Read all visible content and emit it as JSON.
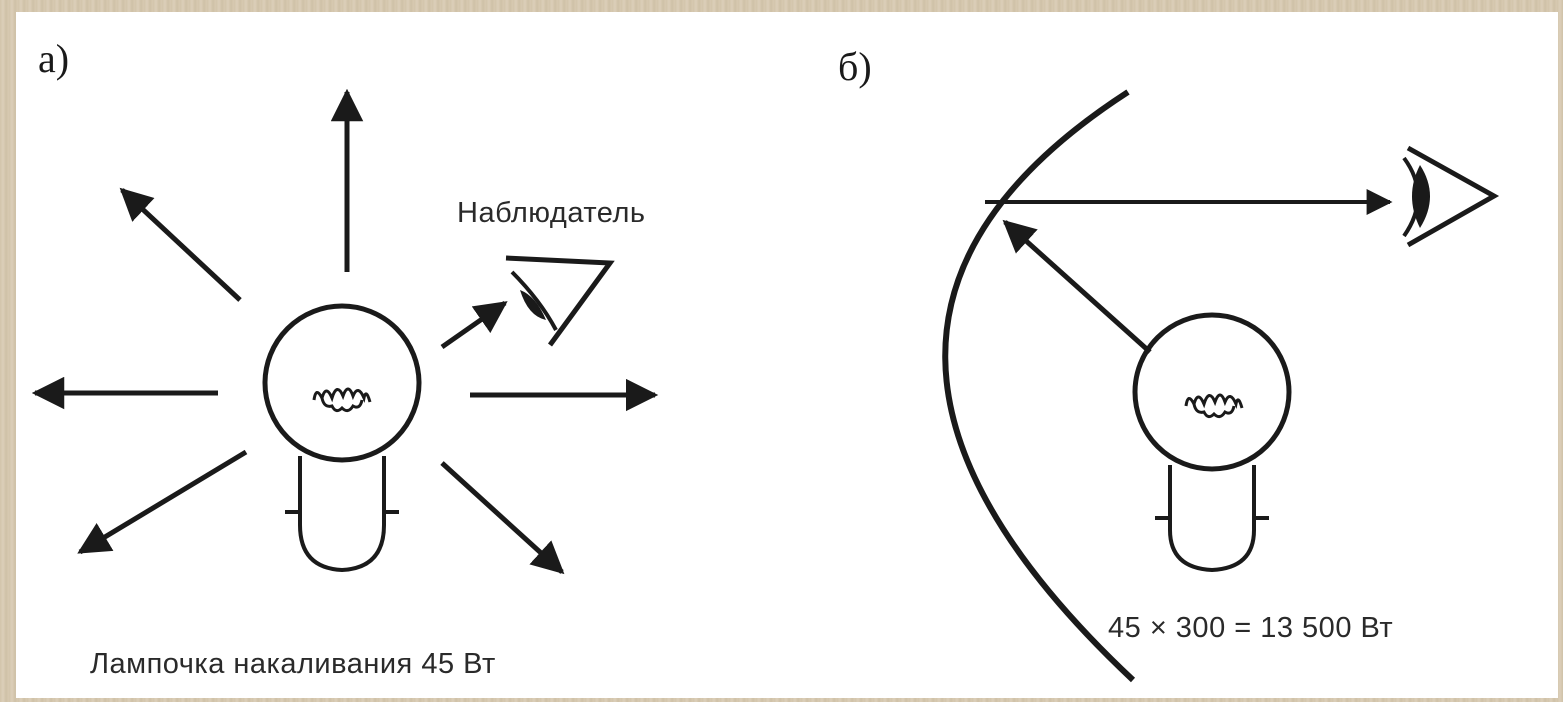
{
  "panels": {
    "a": {
      "letter": "а)",
      "observer_label": "Наблюдатель",
      "caption": "Лампочка накаливания 45 Вт"
    },
    "b": {
      "letter": "б)",
      "caption": "45 × 300 = 13 500 Вт"
    }
  },
  "colors": {
    "ink": "#1a1a1a",
    "background": "#ffffff",
    "frame": "#d9cdb8"
  },
  "icons": [
    "light-bulb-icon",
    "eye-icon",
    "arrow-icon",
    "reflector-arc"
  ]
}
